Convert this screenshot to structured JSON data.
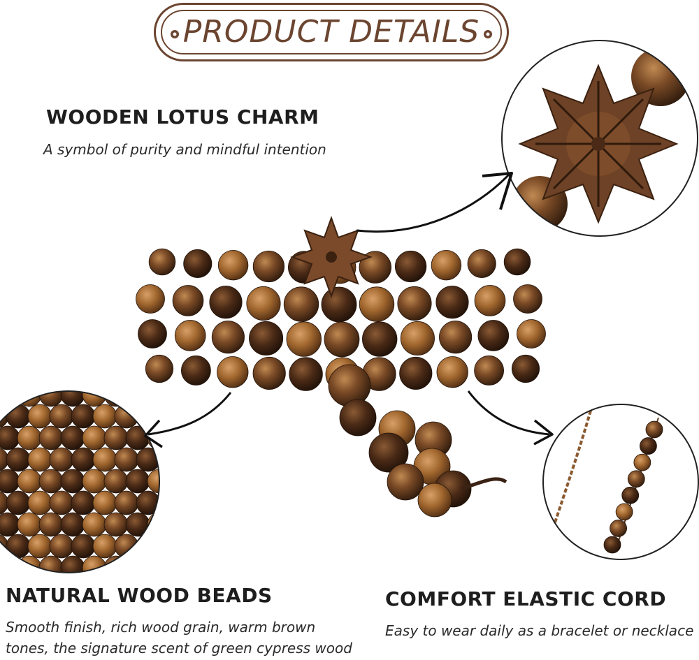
{
  "header": {
    "title": "PRODUCT DETAILS"
  },
  "features": {
    "lotus": {
      "heading": "WOODEN LOTUS CHARM",
      "description": "A symbol of purity and mindful intention"
    },
    "beads": {
      "heading": "NATURAL WOOD BEADS",
      "description_line1": "Smooth finish, rich wood grain, warm brown",
      "description_line2": "tones, the signature scent of green cypress wood"
    },
    "cord": {
      "heading": "COMFORT ELASTIC CORD",
      "description": "Easy to wear daily as a bracelet or necklace"
    }
  },
  "colors": {
    "accent": "#6b4530",
    "wood_dark": "#3e2414",
    "wood_mid": "#7a4a26",
    "wood_light": "#a5723f"
  }
}
